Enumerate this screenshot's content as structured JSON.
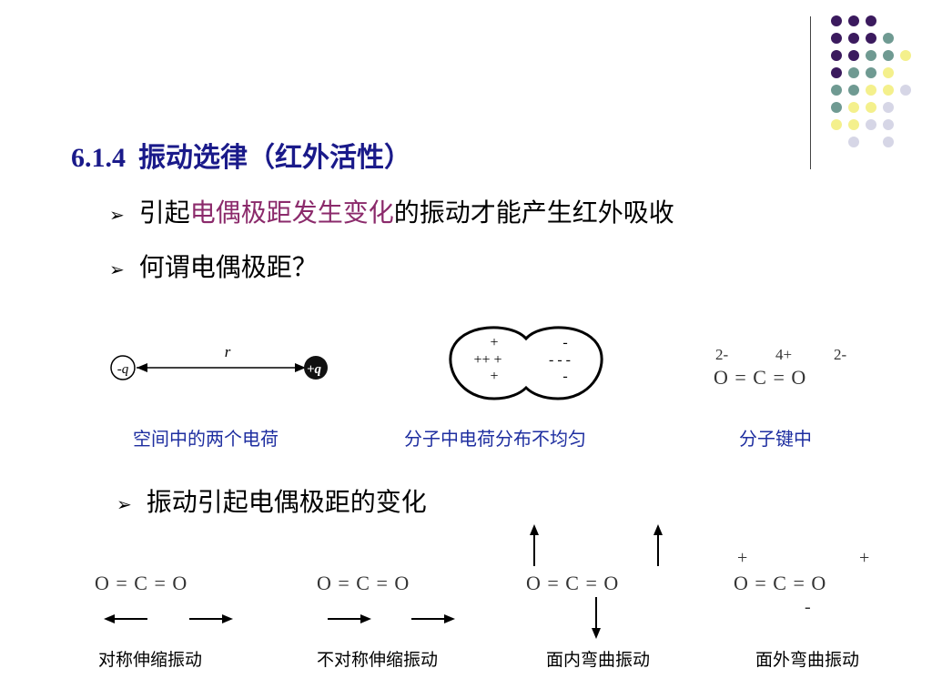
{
  "title": {
    "number": "6.1.4",
    "text": "振动选律（红外活性）"
  },
  "bullets": {
    "b1_pre": "引起",
    "b1_highlight": "电偶极距发生变化",
    "b1_post": "的振动才能产生红外吸收",
    "b2": "何谓电偶极距？",
    "b3": "振动引起电偶极距的变化"
  },
  "bullet_glyph": "➢",
  "diagram1": {
    "left_charge": "-q",
    "right_charge": "+q",
    "distance_label": "r",
    "caption": "空间中的两个电荷"
  },
  "diagram2": {
    "left_top": "+",
    "left_mid": "++ +",
    "left_bot": "+",
    "right_top": "-",
    "right_mid": "- - -",
    "right_bot": "-",
    "caption": "分子中电荷分布不均匀"
  },
  "diagram3": {
    "charge_o1": "2-",
    "charge_c": "4+",
    "charge_o2": "2-",
    "formula": "O = C = O",
    "caption": "分子键中"
  },
  "vibrations": [
    {
      "formula": "O = C = O",
      "caption": "对称伸缩振动"
    },
    {
      "formula": "O = C = O",
      "caption": "不对称伸缩振动"
    },
    {
      "formula": "O = C = O",
      "caption": "面内弯曲振动"
    },
    {
      "formula": "O = C = O",
      "caption": "面外弯曲振动",
      "plus1": "+",
      "plus2": "+",
      "minus": "-"
    }
  ],
  "colors": {
    "title": "#1a1a8a",
    "highlight": "#8b2a6b",
    "caption_blue": "#1e2ea0",
    "dot_purple": "#3b1a5e",
    "dot_teal": "#6f9a92",
    "dot_yellow": "#f4f08c",
    "dot_lavender": "#d6d6e6"
  }
}
